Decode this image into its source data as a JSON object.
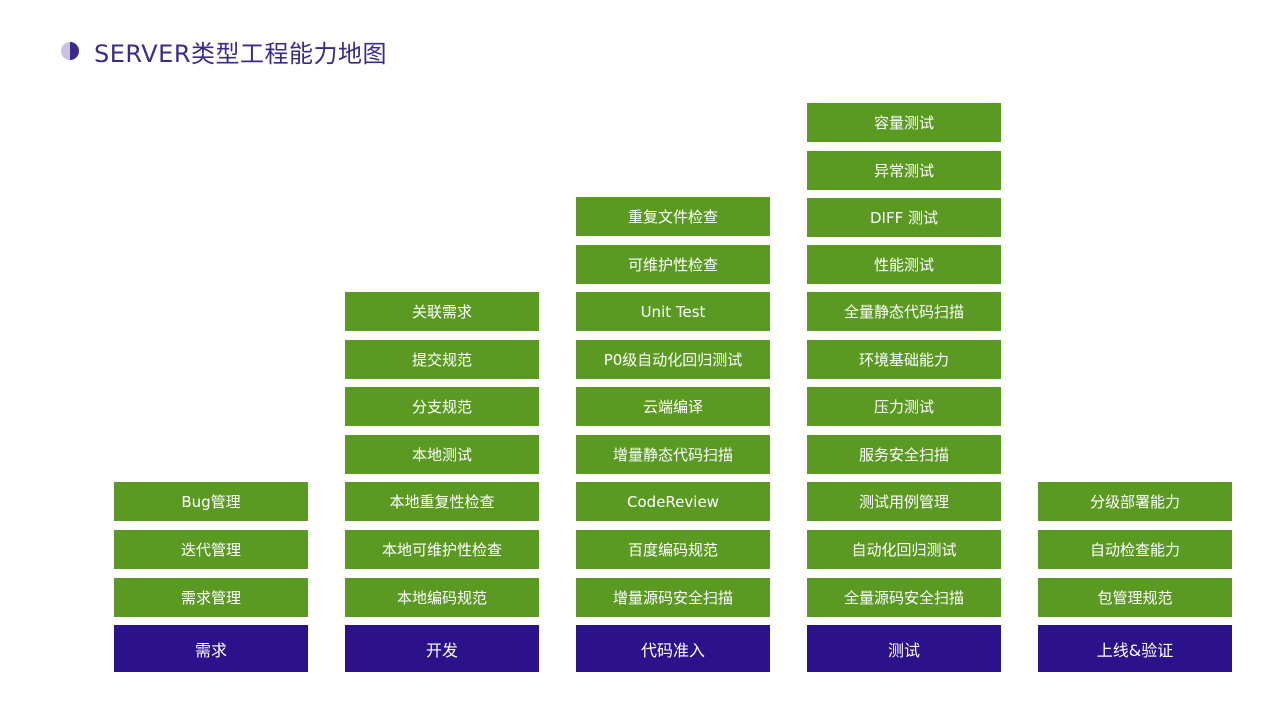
{
  "title": "SERVER类型工程能力地图",
  "colors": {
    "item_green": "#5b9a22",
    "stage_purple": "#2b128a",
    "title_purple": "#3b2a88"
  },
  "columns": [
    {
      "stage": "需求",
      "items": [
        "Bug管理",
        "迭代管理",
        "需求管理"
      ]
    },
    {
      "stage": "开发",
      "items": [
        "关联需求",
        "提交规范",
        "分支规范",
        "本地测试",
        "本地重复性检查",
        "本地可维护性检查",
        "本地编码规范"
      ]
    },
    {
      "stage": "代码准入",
      "items": [
        "重复文件检查",
        "可维护性检查",
        "Unit Test",
        "P0级自动化回归测试",
        "云端编译",
        "增量静态代码扫描",
        "CodeReview",
        "百度编码规范",
        "增量源码安全扫描"
      ]
    },
    {
      "stage": "测试",
      "items": [
        "容量测试",
        "异常测试",
        "DIFF 测试",
        "性能测试",
        "全量静态代码扫描",
        "环境基础能力",
        "压力测试",
        "服务安全扫描",
        "测试用例管理",
        "自动化回归测试",
        "全量源码安全扫描"
      ]
    },
    {
      "stage": "上线&验证",
      "items": [
        "分级部署能力",
        "自动检查能力",
        "包管理规范"
      ]
    }
  ]
}
